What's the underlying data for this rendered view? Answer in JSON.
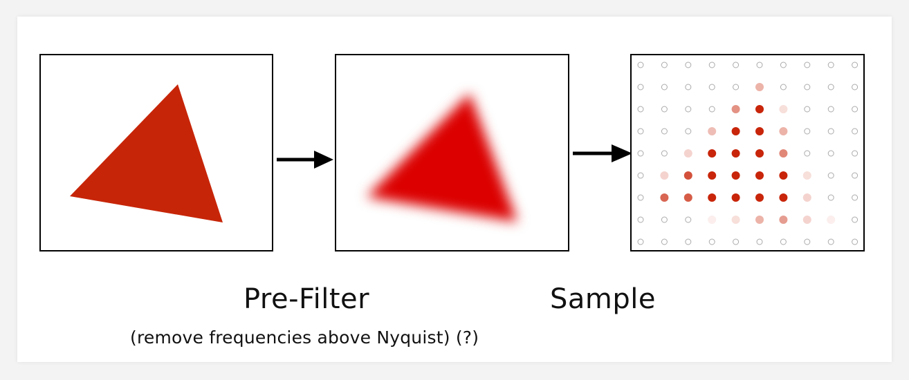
{
  "colors": {
    "triangle": "#c72508",
    "blurred_triangle": "#dc0000",
    "sample_dot": "#c8250a",
    "empty_sample_stroke": "#aaaaaa",
    "arrow": "#000000",
    "panel_border": "#000000",
    "background": "#ffffff"
  },
  "panels": {
    "original": {
      "content": "solid red triangle"
    },
    "filtered": {
      "content": "blurred red triangle"
    },
    "sampled": {
      "content": "sample grid",
      "grid": {
        "rows": 9,
        "cols": 10,
        "intensity": [
          [
            0,
            0,
            0,
            0,
            0,
            0,
            0,
            0,
            0,
            0
          ],
          [
            0,
            0,
            0,
            0,
            0,
            0.35,
            0,
            0,
            0,
            0
          ],
          [
            0,
            0,
            0,
            0,
            0.5,
            1,
            0.15,
            0,
            0,
            0
          ],
          [
            0,
            0,
            0,
            0.3,
            1,
            1,
            0.35,
            0,
            0,
            0
          ],
          [
            0,
            0,
            0.2,
            1,
            1,
            1,
            0.55,
            0,
            0,
            0
          ],
          [
            0,
            0.2,
            0.8,
            1,
            1,
            1,
            1,
            0.15,
            0,
            0
          ],
          [
            0,
            0.7,
            0.75,
            1,
            1,
            1,
            1,
            0.2,
            0,
            0
          ],
          [
            0,
            0,
            0,
            0.08,
            0.15,
            0.35,
            0.45,
            0.2,
            0.08,
            0
          ],
          [
            0,
            0,
            0,
            0,
            0,
            0,
            0,
            0,
            0,
            0
          ]
        ]
      }
    }
  },
  "labels": {
    "prefilter": "Pre-Filter",
    "prefilter_note": "(remove frequencies above Nyquist) (?)",
    "sample": "Sample"
  }
}
